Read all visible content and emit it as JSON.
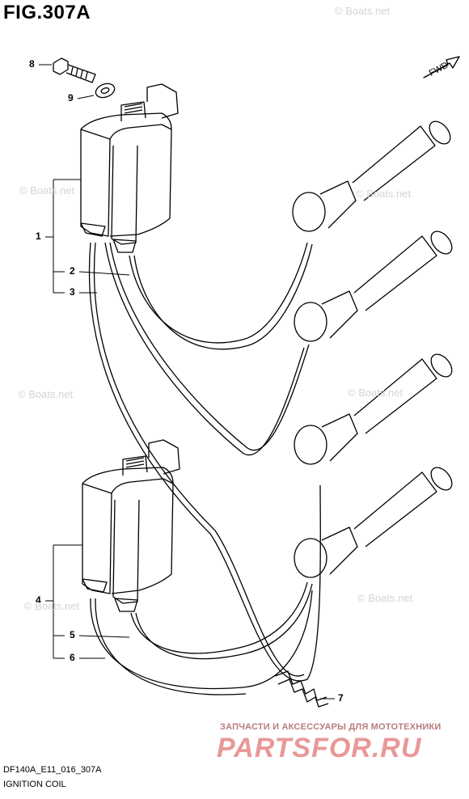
{
  "figure": {
    "title": "FIG.307A",
    "code": "DF140A_E11_016_307A",
    "name": "IGNITION COIL",
    "fwd_label": "FWD"
  },
  "callouts": [
    "1",
    "2",
    "3",
    "4",
    "5",
    "6",
    "7",
    "8",
    "9"
  ],
  "watermark": {
    "copyright": "© Boats.net",
    "tagline": "ЗАПЧАСТИ И АКСЕССУАРЫ ДЛЯ МОТОТЕХНИКИ",
    "logo": "PARTSFOR.RU"
  }
}
